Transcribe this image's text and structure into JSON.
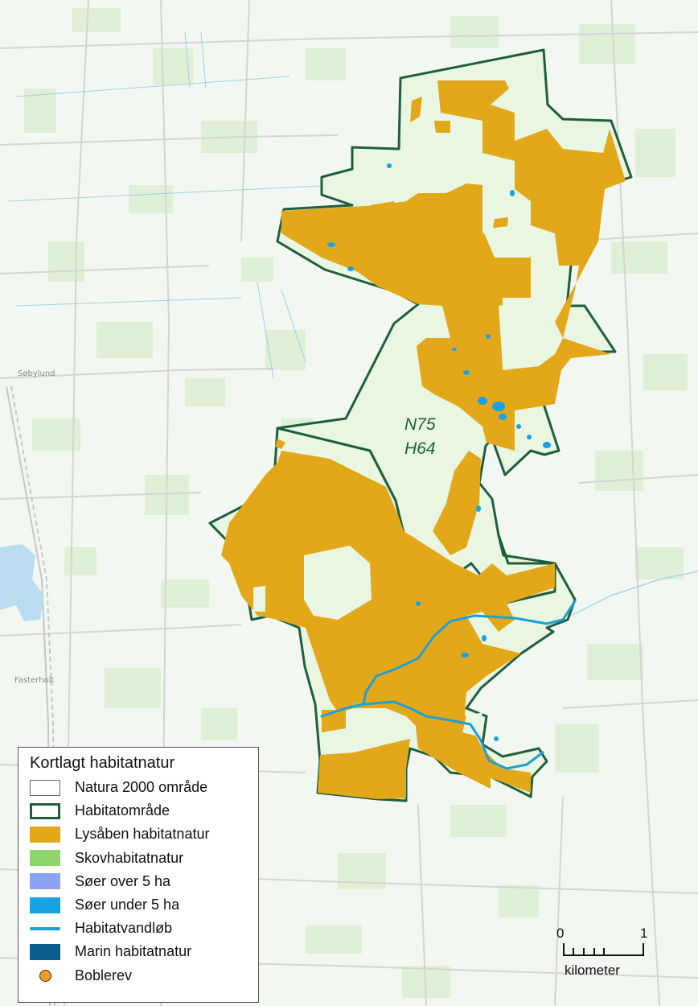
{
  "map": {
    "place_labels": [
      "Søbylund",
      "Fasterholt"
    ],
    "site_label": [
      "N75",
      "H64"
    ],
    "colors": {
      "background_field": "#e7f5e0",
      "site_fill": "#e8f6e2",
      "site_outline": "#1f5e3c",
      "open_habitat": "#e2a81a",
      "lakes_small": "#1b9bd9",
      "river": "#1f9fd6",
      "water_light": "#b9dcef",
      "roads": "#dadada"
    }
  },
  "legend": {
    "title": "Kortlagt habitatnatur",
    "items": [
      {
        "label": "Natura 2000 område",
        "swatch": "natura",
        "color": "#ffffff"
      },
      {
        "label": "Habitatområde",
        "swatch": "habitat",
        "color": "#1f5e3c"
      },
      {
        "label": "Lysåben habitatnatur",
        "swatch": "fill",
        "color": "#e2a81a"
      },
      {
        "label": "Skovhabitatnatur",
        "swatch": "fill",
        "color": "#8fd46c"
      },
      {
        "label": "Søer over 5 ha",
        "swatch": "fill",
        "color": "#8ea2f4"
      },
      {
        "label": "Søer under 5 ha",
        "swatch": "fill",
        "color": "#16a3e6"
      },
      {
        "label": "Habitatvandløb",
        "swatch": "line",
        "color": "#1f9fd6"
      },
      {
        "label": "Marin habitatnatur",
        "swatch": "fill",
        "color": "#0b5f8f"
      },
      {
        "label": "Boblerev",
        "swatch": "dot",
        "color": "#f39c1f"
      }
    ]
  },
  "scalebar": {
    "start_label": "0",
    "end_label": "1",
    "unit": "kilometer"
  }
}
